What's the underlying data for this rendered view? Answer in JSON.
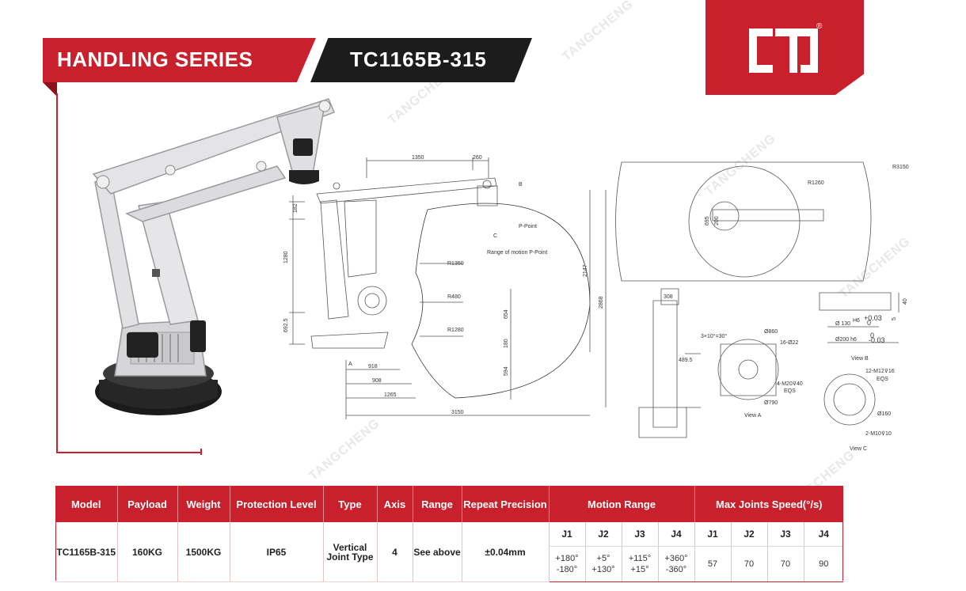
{
  "header": {
    "series_title": "HANDLING SERIES",
    "model_title": "TC1165B-315",
    "logo_mark": "®"
  },
  "watermark": "TANGCHENG",
  "drawing": {
    "dim_1350": "1350",
    "dim_260": "260",
    "label_B": "B",
    "label_P_point": "P-Point",
    "label_C": "C",
    "label_range": "Range of motion P-Point",
    "r1350": "R1350",
    "r480": "R480",
    "r1280": "R1280",
    "dim_182": "182",
    "dim_1280": "1280",
    "dim_692_5": "692.5",
    "dim_2147": "2147",
    "dim_2868": "2868",
    "dim_654": "654",
    "dim_180": "180",
    "dim_594": "594",
    "label_A": "A",
    "dim_918": "918",
    "dim_908": "908",
    "dim_1265": "1265",
    "dim_3150": "3150",
    "r3150": "R3150",
    "r1260": "R1260",
    "dim_695": "695",
    "dim_200": "200",
    "dim_308": "308",
    "dim_489_5": "489.5",
    "view_a": {
      "label": "View A",
      "note1": "3×10°=30°",
      "d860": "Ø860",
      "holes": "16-Ø22",
      "thread1": "4-M20⊽40",
      "thread1b": "EQS",
      "d790": "Ø790"
    },
    "view_b": {
      "label": "View B",
      "h6": "H6",
      "d130": "Ø 130",
      "d200": "Ø200 h6",
      "dim_40": "40",
      "dim_5": "5",
      "tol1": "+0.03",
      "tol2": "0",
      "tol3": "0",
      "tol4": "-0.03"
    },
    "view_c": {
      "label": "View C",
      "thread1": "12-M12⊽16",
      "eqs": "EQS",
      "d160": "Ø160",
      "thread2": "2-M10⊽10"
    }
  },
  "table": {
    "headers": {
      "model": "Model",
      "payload": "Payload",
      "weight": "Weight",
      "protection": "Protection Level",
      "type": "Type",
      "axis": "Axis",
      "range": "Range",
      "precision": "Repeat Precision",
      "motion": "Motion Range",
      "speed": "Max Joints Speed(°/s)"
    },
    "joints": [
      "J1",
      "J2",
      "J3",
      "J4",
      "J1",
      "J2",
      "J3",
      "J4"
    ],
    "row": {
      "model": "TC1165B-315",
      "payload": "160KG",
      "weight": "1500KG",
      "protection": "IP65",
      "type_line1": "Vertical",
      "type_line2": "Joint Type",
      "axis": "4",
      "range": "See above",
      "precision": "±0.04mm",
      "motion": [
        {
          "top": "+180°",
          "bottom": "-180°"
        },
        {
          "top": "+5°",
          "bottom": "+130°"
        },
        {
          "top": "+115°",
          "bottom": "+15°"
        },
        {
          "top": "+360°",
          "bottom": "-360°"
        }
      ],
      "speed": [
        "57",
        "70",
        "70",
        "90"
      ]
    }
  },
  "colors": {
    "brand_red": "#c8202c",
    "dark": "#1c1c1c",
    "robot_gray": "#e2e2e4"
  }
}
